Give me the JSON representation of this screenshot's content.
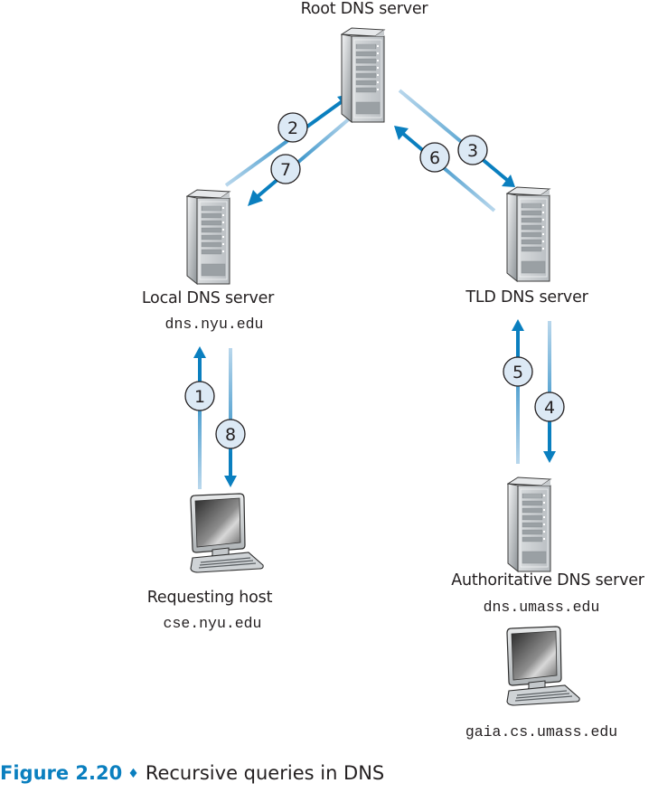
{
  "nodes": {
    "root": {
      "label": "Root DNS server",
      "hostname": ""
    },
    "local": {
      "label": "Local DNS server",
      "hostname": "dns.nyu.edu"
    },
    "tld": {
      "label": "TLD DNS server",
      "hostname": ""
    },
    "requesting": {
      "label": "Requesting host",
      "hostname": "cse.nyu.edu"
    },
    "authoritative": {
      "label": "Authoritative DNS server",
      "hostname": "dns.umass.edu"
    },
    "target": {
      "label": "",
      "hostname": "gaia.cs.umass.edu"
    }
  },
  "steps": [
    {
      "num": "1",
      "from": "requesting",
      "to": "local"
    },
    {
      "num": "2",
      "from": "local",
      "to": "root"
    },
    {
      "num": "3",
      "from": "root",
      "to": "tld"
    },
    {
      "num": "4",
      "from": "tld",
      "to": "authoritative"
    },
    {
      "num": "5",
      "from": "authoritative",
      "to": "tld"
    },
    {
      "num": "6",
      "from": "tld",
      "to": "root"
    },
    {
      "num": "7",
      "from": "root",
      "to": "local"
    },
    {
      "num": "8",
      "from": "local",
      "to": "requesting"
    }
  ],
  "caption": {
    "figure": "Figure 2.20",
    "separator": "♦",
    "text": "Recursive queries in DNS"
  },
  "colors": {
    "arrow_dark": "#0a7fbf",
    "arrow_light": "#b3d4ea",
    "badge_fill": "#dce9f5",
    "caption_accent": "#0a7fbf"
  }
}
